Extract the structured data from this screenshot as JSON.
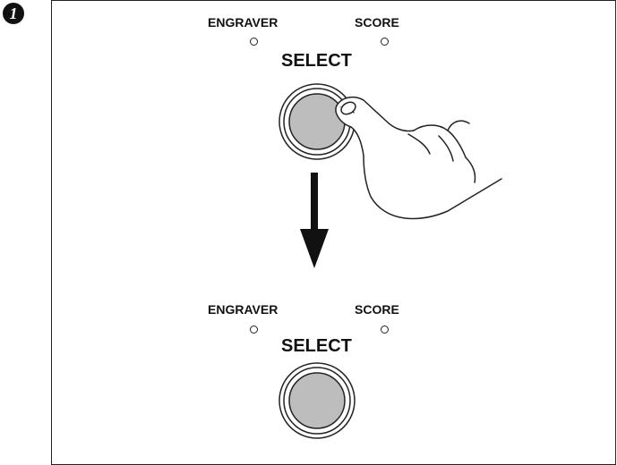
{
  "step": {
    "number": "1"
  },
  "panels": [
    {
      "labels": {
        "left_led": "ENGRAVER",
        "right_led": "SCORE",
        "button": "SELECT"
      },
      "state": "pressed"
    },
    {
      "labels": {
        "left_led": "ENGRAVER",
        "right_led": "SCORE",
        "button": "SELECT"
      },
      "state": "released"
    }
  ],
  "colors": {
    "button_fill": "#bdbdbd",
    "line": "#222222",
    "arrow": "#111111"
  }
}
